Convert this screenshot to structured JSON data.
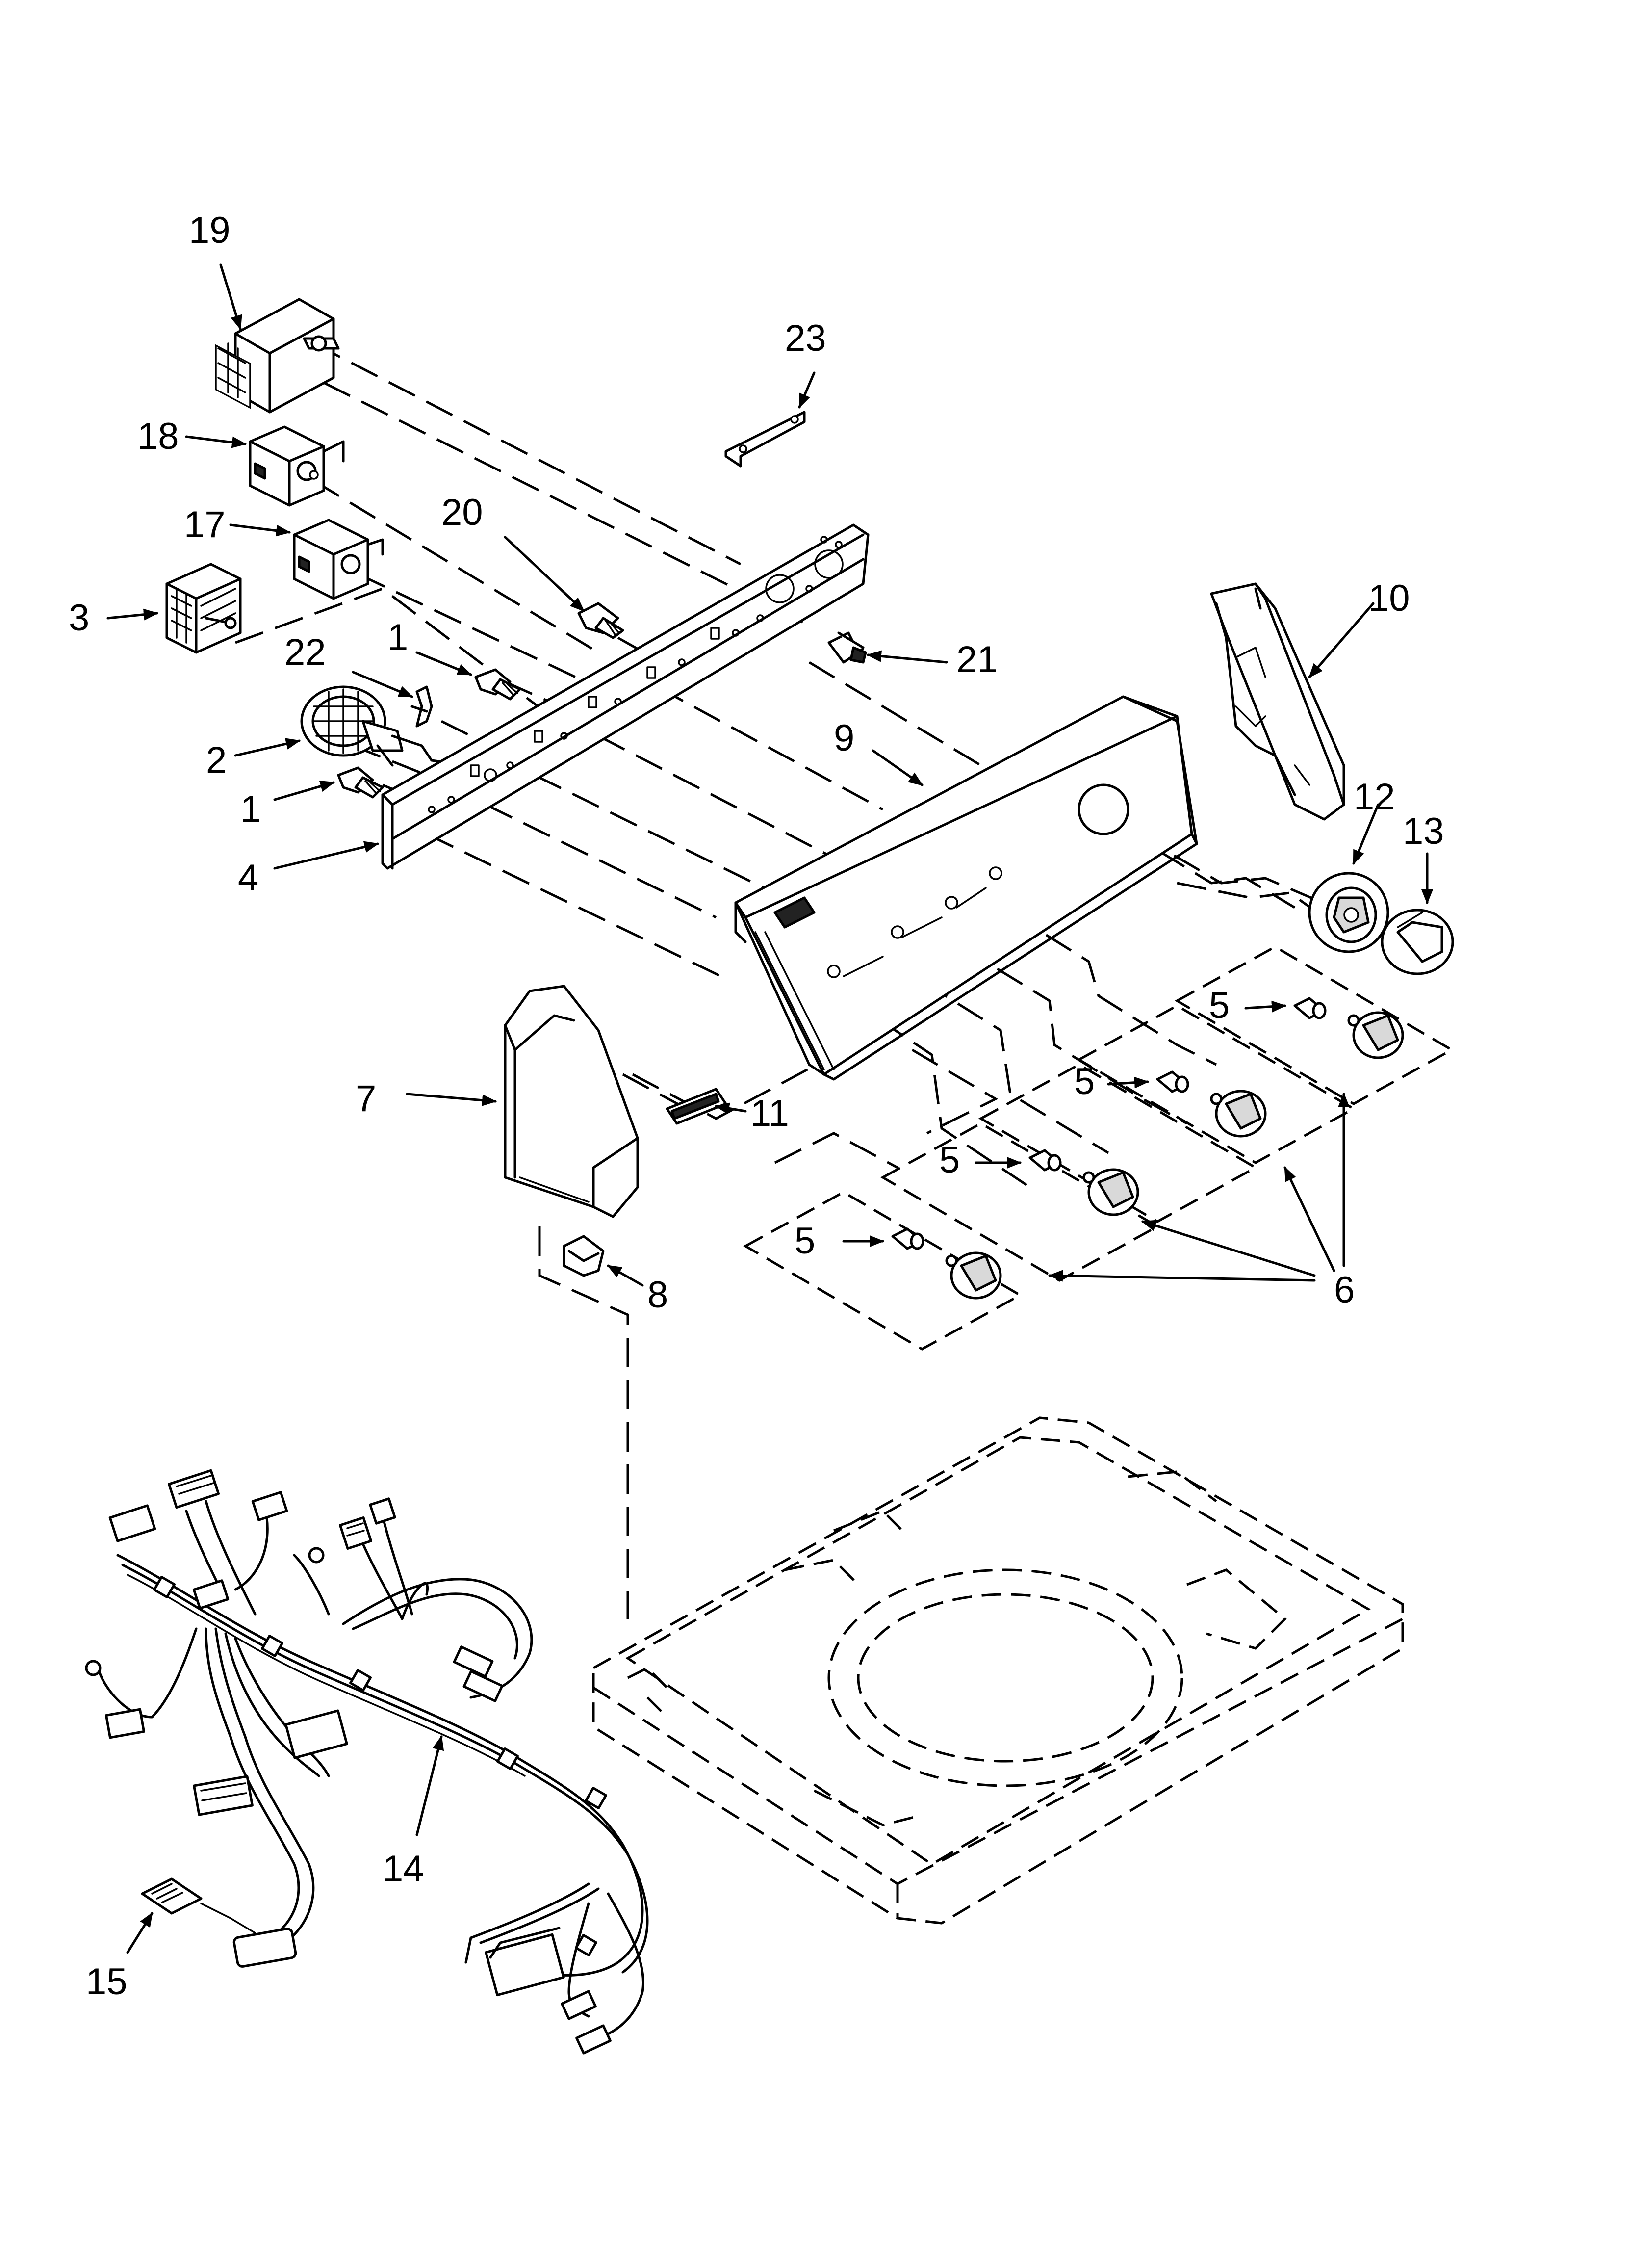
{
  "labels": {
    "p1a": "1",
    "p1b": "1",
    "p2": "2",
    "p3": "3",
    "p4": "4",
    "p5a": "5",
    "p5b": "5",
    "p5c": "5",
    "p5d": "5",
    "p6": "6",
    "p7": "7",
    "p8": "8",
    "p9": "9",
    "p10": "10",
    "p11": "11",
    "p12": "12",
    "p13": "13",
    "p14": "14",
    "p15": "15",
    "p17": "17",
    "p18": "18",
    "p19": "19",
    "p20": "20",
    "p21": "21",
    "p22": "22",
    "p23": "23"
  }
}
